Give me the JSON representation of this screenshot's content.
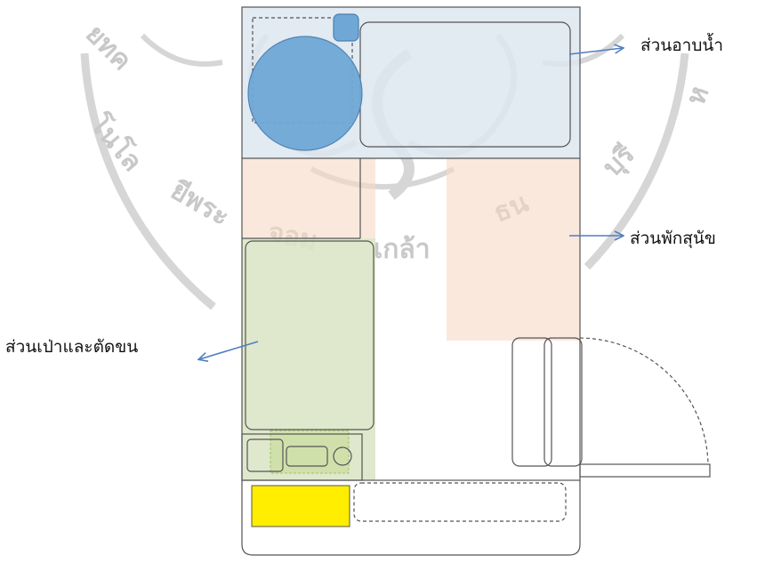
{
  "labels": {
    "bathing_area": "ส่วนอาบน้ำ",
    "rest_area": "ส่วนพักสุนัข",
    "grooming_area": "ส่วนเป่าและตัดขน"
  },
  "watermark": {
    "seal_text": "มหาวิทยาลัยเทคโนโลยีพระจอมเกล้าธนบุรี",
    "description": "university seal"
  },
  "colors": {
    "bathing_zone": "#dde6f0",
    "rest_zone": "#f7d9c4",
    "grooming_zone": "#dbe6c7",
    "tub_circle": "#6fa8d6",
    "yellow_item": "#ffee00",
    "arrow": "#4f7fc0",
    "outline": "#555555",
    "watermark": "#c8c8c8"
  }
}
